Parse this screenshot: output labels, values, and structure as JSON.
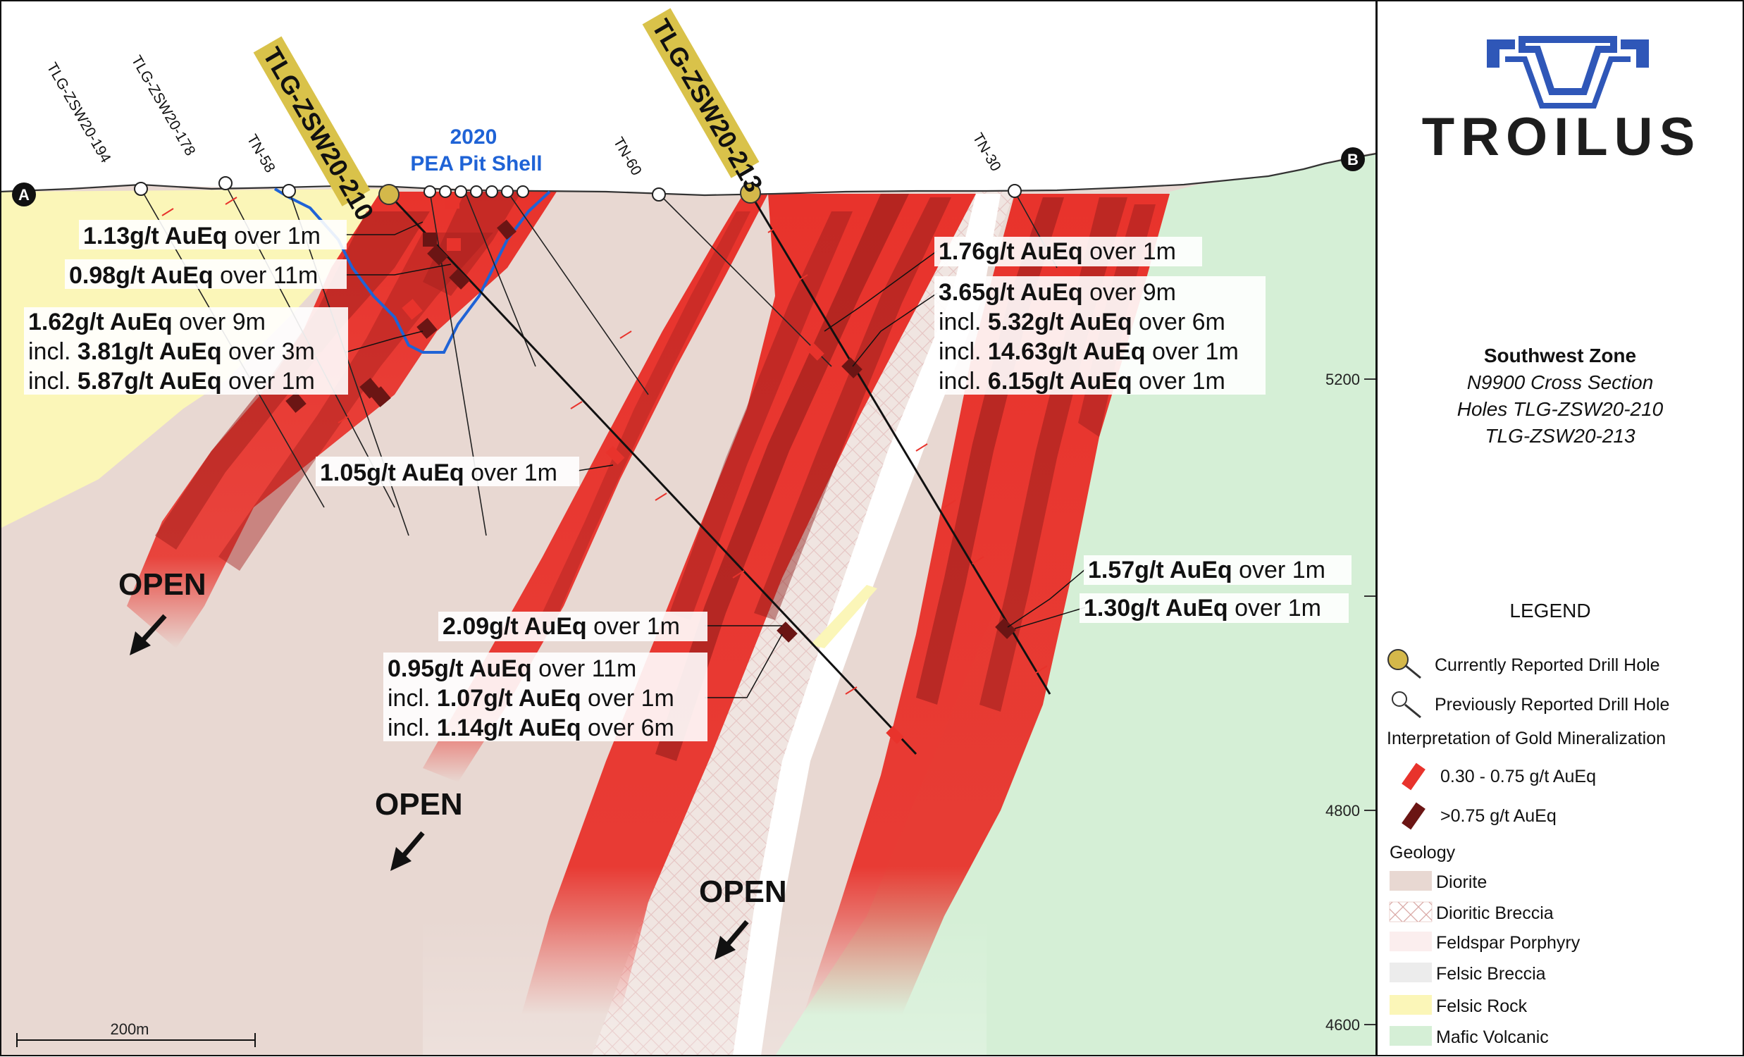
{
  "section": {
    "title": "Southwest Zone",
    "subtitle_lines": [
      "N9900 Cross Section",
      "Holes TLG-ZSW20-210",
      "TLG-ZSW20-213"
    ],
    "end_a": "A",
    "end_b": "B",
    "scale_bar": "200m"
  },
  "logo": {
    "name": "TROILUS",
    "brand_color": "#2f57b8"
  },
  "pit_shell": {
    "year": "2020",
    "label": "PEA Pit Shell",
    "color": "#1f63d6"
  },
  "elevations": [
    "5200",
    "4800",
    "4600"
  ],
  "holes": {
    "reported": [
      "TLG-ZSW20-210",
      "TLG-ZSW20-213"
    ],
    "previous": [
      "TLG-ZSW20-194",
      "TLG-ZSW20-178",
      "TN-58",
      "TN-60",
      "TN-30"
    ]
  },
  "open_label": "OPEN",
  "intercepts": {
    "i1": {
      "v": "1.13g/t AuEq",
      "r": " over 1m"
    },
    "i2": {
      "v": "0.98g/t AuEq",
      "r": " over 11m"
    },
    "i3": {
      "v": "1.62g/t AuEq",
      "r": " over 9m"
    },
    "i3a": {
      "p": "incl. ",
      "v": "3.81g/t AuEq",
      "r": " over 3m"
    },
    "i3b": {
      "p": "incl. ",
      "v": "5.87g/t AuEq",
      "r": " over 1m"
    },
    "i4": {
      "v": "1.05g/t AuEq",
      "r": " over 1m"
    },
    "i5": {
      "v": "2.09g/t AuEq",
      "r": " over 1m"
    },
    "i6": {
      "v": "0.95g/t AuEq",
      "r": " over 11m"
    },
    "i6a": {
      "p": "incl. ",
      "v": "1.07g/t AuEq",
      "r": " over 1m"
    },
    "i6b": {
      "p": "incl. ",
      "v": "1.14g/t AuEq",
      "r": " over 6m"
    },
    "i7": {
      "v": "1.76g/t AuEq",
      "r": " over 1m"
    },
    "i8": {
      "v": "3.65g/t AuEq",
      "r": " over 9m"
    },
    "i8a": {
      "p": "incl. ",
      "v": "5.32g/t AuEq",
      "r": " over 6m"
    },
    "i8b": {
      "p": "incl. ",
      "v": "14.63g/t AuEq",
      "r": " over 1m"
    },
    "i8c": {
      "p": "incl. ",
      "v": "6.15g/t AuEq",
      "r": " over 1m"
    },
    "i9": {
      "v": "1.57g/t AuEq",
      "r": " over 1m"
    },
    "i10": {
      "v": "1.30g/t AuEq",
      "r": " over 1m"
    }
  },
  "legend": {
    "title": "LEGEND",
    "current_hole": "Currently Reported Drill Hole",
    "previous_hole": "Previously Reported Drill Hole",
    "interp_title": "Interpretation of Gold Mineralization",
    "low_grade": "0.30 - 0.75 g/t AuEq",
    "high_grade": ">0.75 g/t AuEq",
    "geology_title": "Geology",
    "geology": [
      "Diorite",
      "Dioritic Breccia",
      "Feldspar Porphyry",
      "Felsic Breccia",
      "Felsic Rock",
      "Mafic Volcanic"
    ]
  },
  "colors": {
    "diorite": "#e8d8d2",
    "mafic": "#d5efd6",
    "felsic_rock": "#fbf6b8",
    "low_grade": "#e8332c",
    "high_grade": "#6b1514",
    "reported_hole": "#d4b84a",
    "label_highlight": "#d9c24a"
  }
}
